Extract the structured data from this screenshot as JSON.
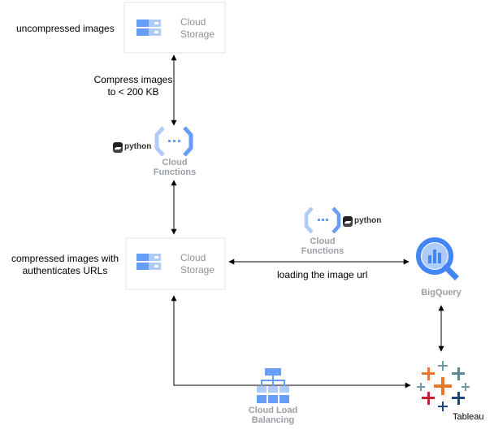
{
  "labels": {
    "uncompressed": "uncompressed images",
    "compress_line1": "Compress images",
    "compress_line2": "to < 200 KB",
    "compressed_line1": "compressed images with",
    "compressed_line2": "authenticates URLs",
    "loading": "loading the image url"
  },
  "nodes": {
    "storage_top": {
      "line1": "Cloud",
      "line2": "Storage"
    },
    "storage_mid": {
      "line1": "Cloud",
      "line2": "Storage"
    },
    "functions_left": {
      "line1": "Cloud",
      "line2": "Functions",
      "lang": "python"
    },
    "functions_right": {
      "line1": "Cloud",
      "line2": "Functions",
      "lang": "python"
    },
    "bigquery": {
      "label": "BigQuery"
    },
    "lb": {
      "line1": "Cloud Load",
      "line2": "Balancing"
    },
    "tableau": {
      "label": "Tableau"
    }
  },
  "icons": {
    "storage": "cloud-storage-icon",
    "functions": "cloud-functions-icon",
    "python": "python-icon",
    "bigquery": "bigquery-icon",
    "lb": "cloud-load-balancing-icon",
    "tableau": "tableau-icon"
  },
  "colors": {
    "gcp_blue": "#4285f4",
    "gcp_light_blue": "#aecbfa",
    "gcp_mid_blue": "#669df6",
    "label_gray": "#9aa0a6",
    "tableau_orange": "#e8762d",
    "tableau_red": "#c72035",
    "tableau_teal": "#5b879b",
    "tableau_navy": "#1f457e",
    "tableau_blue": "#59879b"
  }
}
